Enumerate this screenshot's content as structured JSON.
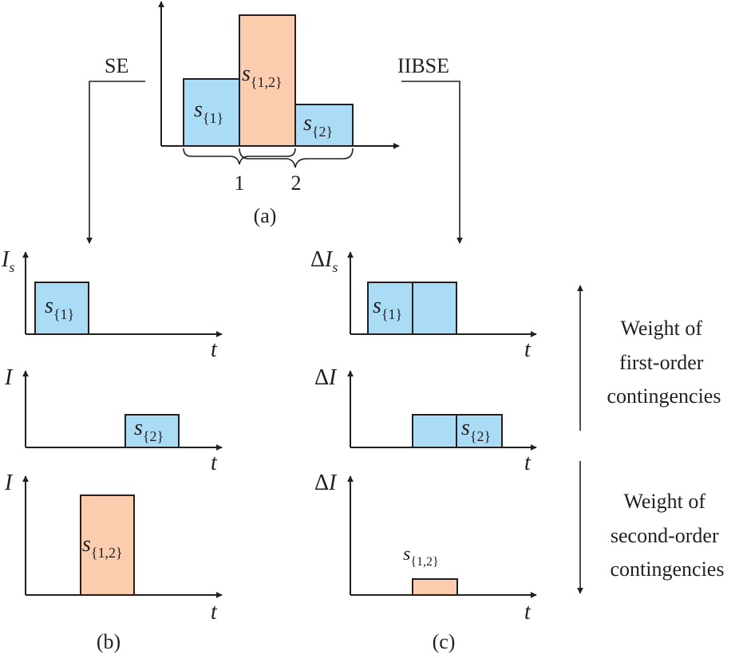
{
  "colors": {
    "first_order": "#aadcf5",
    "second_order": "#fbcdae",
    "ink": "#231f20"
  },
  "panel_a": {
    "caption": "(a)",
    "bar_s1": "s",
    "bar_s1_sub": "{1}",
    "bar_s12": "s",
    "bar_s12_sub": "{1,2}",
    "bar_s2": "s",
    "bar_s2_sub": "{2}",
    "brace_1": "1",
    "brace_2": "2"
  },
  "arrows": {
    "left_label": "SE",
    "right_label": "IIBSE"
  },
  "panel_b": {
    "caption": "(b)",
    "plot1": {
      "ylabel": "I",
      "ylabel_sub": "s",
      "xlabel": "t",
      "bar_label": "s",
      "bar_sub": "{1}"
    },
    "plot2": {
      "ylabel": "I",
      "xlabel": "t",
      "bar_label": "s",
      "bar_sub": "{2}"
    },
    "plot3": {
      "ylabel": "I",
      "xlabel": "t",
      "bar_label": "s",
      "bar_sub": "{1,2}"
    }
  },
  "panel_c": {
    "caption": "(c)",
    "plot1": {
      "ylabel_delta": "Δ",
      "ylabel": "I",
      "ylabel_sub": "s",
      "xlabel": "t",
      "bar_label": "s",
      "bar_sub": "{1}"
    },
    "plot2": {
      "ylabel_delta": "Δ",
      "ylabel": "I",
      "xlabel": "t",
      "bar_label": "s",
      "bar_sub": "{2}"
    },
    "plot3": {
      "ylabel_delta": "Δ",
      "ylabel": "I",
      "xlabel": "t",
      "bar_label": "s",
      "bar_sub": "{1,2}"
    }
  },
  "weights": {
    "first_line1": "Weight of",
    "first_line2": "first-order",
    "first_line3": "contingencies",
    "second_line1": "Weight of",
    "second_line2": "second-order",
    "second_line3": "contingencies"
  }
}
